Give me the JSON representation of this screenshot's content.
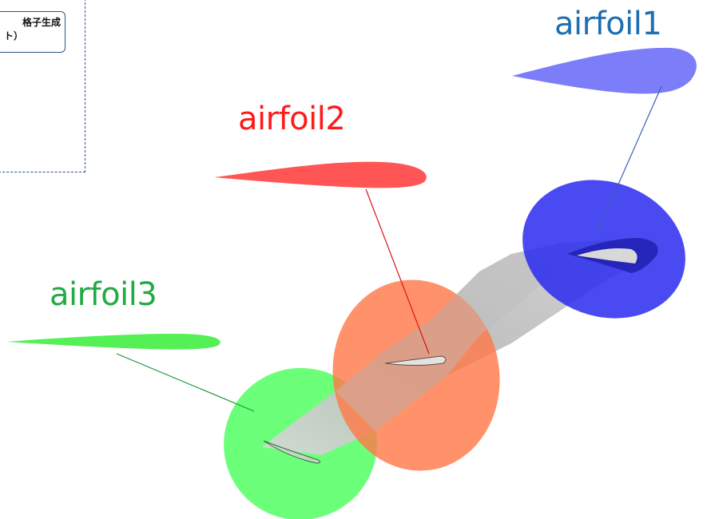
{
  "callout": {
    "line1": "格子生成",
    "line2": "ト）"
  },
  "labels": {
    "airfoil1": "airfoil1",
    "airfoil2": "airfoil2",
    "airfoil3": "airfoil3"
  },
  "colors": {
    "airfoil1_text": "#1f6fb0",
    "airfoil1_shape": "#7b7ef8",
    "airfoil1_disk": "#2a2af0",
    "airfoil2_text": "#ff1a1a",
    "airfoil2_shape": "#ff5555",
    "airfoil2_disk": "#ff7a4a",
    "airfoil2_leader": "#e01010",
    "airfoil3_text": "#22aa44",
    "airfoil3_shape": "#55f055",
    "airfoil3_disk": "#4cff5c",
    "wing": "#bdbdbd",
    "frame": "#2f4f8f"
  }
}
